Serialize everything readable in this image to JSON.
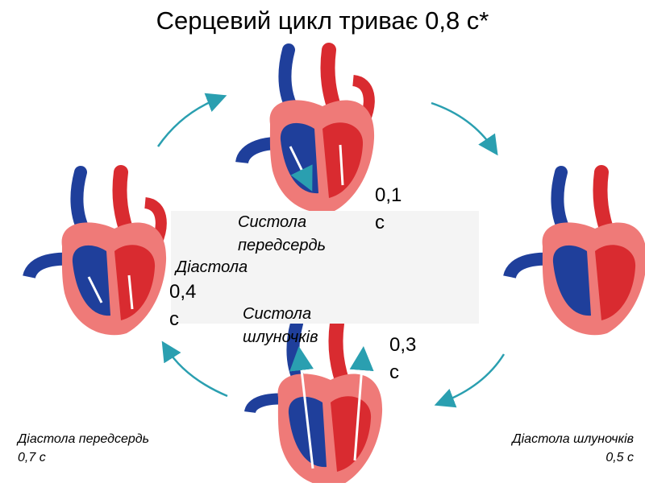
{
  "title": "Серцевий цикл триває 0,8 с*",
  "labels": {
    "atrial_systole": "Систола передсердь",
    "atrial_systole_time": "0,1 с",
    "ventricular_systole": "Систола шлуночків",
    "ventricular_systole_time": "0,3 с",
    "diastole": "Діастола",
    "diastole_time": "0,4 с",
    "atrial_diastole": "Діастола передсердь 0,7 с",
    "ventricular_diastole": "Діастола шлуночків 0,5 с"
  },
  "colors": {
    "arrow": "#2a9fb0",
    "oxygenated": "#d92b30",
    "deoxygenated": "#1f3f9b",
    "heart_wall": "#ef7a78"
  }
}
